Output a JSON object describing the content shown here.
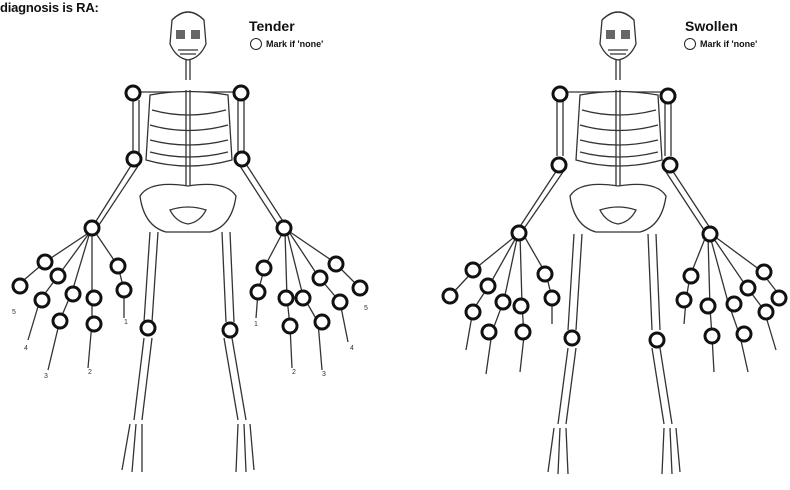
{
  "caption": "diagnosis is RA:",
  "panels": [
    {
      "title": "Tender",
      "none_label": "Mark if 'none'"
    },
    {
      "title": "Swollen",
      "none_label": "Mark if 'none'"
    }
  ],
  "finger_numbers_left": [
    "5",
    "4",
    "3",
    "2",
    "1"
  ],
  "finger_numbers_right": [
    "1",
    "2",
    "3",
    "4",
    "5"
  ]
}
